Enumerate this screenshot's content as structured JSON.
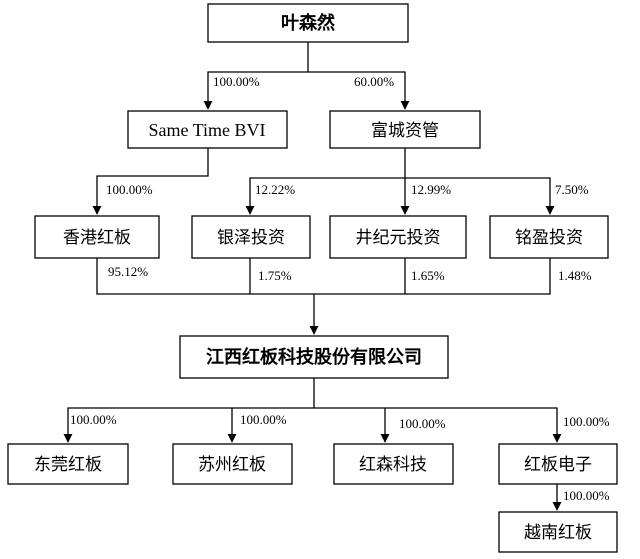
{
  "entities": {
    "ye_senran": "叶森然",
    "same_time_bvi": "Same Time BVI",
    "fucheng": "富城资管",
    "hk_hongban": "香港红板",
    "yinze": "银泽投资",
    "jingjiyuan": "井纪元投资",
    "mingying": "铭盈投资",
    "jiangxi_hongban": "江西红板科技股份有限公司",
    "dongguan_hongban": "东莞红板",
    "suzhou_hongban": "苏州红板",
    "hongsen": "红森科技",
    "hongban_dianzi": "红板电子",
    "vietnam_hongban": "越南红板"
  },
  "ownership": {
    "ye_to_bvi": "100.00%",
    "ye_to_fucheng": "60.00%",
    "bvi_to_hk": "100.00%",
    "fucheng_to_yinze": "12.22%",
    "fucheng_to_jingjiyuan": "12.99%",
    "fucheng_to_mingying": "7.50%",
    "hk_to_jiangxi": "95.12%",
    "yinze_to_jiangxi": "1.75%",
    "jingjiyuan_to_jiangxi": "1.65%",
    "mingying_to_jiangxi": "1.48%",
    "jiangxi_to_dongguan": "100.00%",
    "jiangxi_to_suzhou": "100.00%",
    "jiangxi_to_hongsen": "100.00%",
    "jiangxi_to_dianzi": "100.00%",
    "dianzi_to_vietnam": "100.00%"
  }
}
